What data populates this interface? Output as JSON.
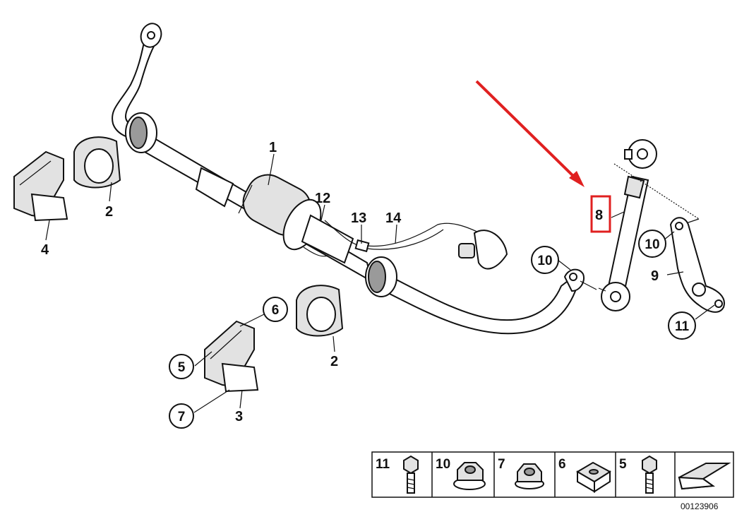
{
  "labels": {
    "p1": "1",
    "p2a": "2",
    "p2b": "2",
    "p3": "3",
    "p4": "4",
    "p5": "5",
    "p6": "6",
    "p7": "7",
    "p8": "8",
    "p9": "9",
    "p10a": "10",
    "p10b": "10",
    "p11": "11",
    "p12": "12",
    "p13": "13",
    "p14": "14"
  },
  "table": {
    "cells": [
      {
        "num": "11",
        "icon": "bolt-icon"
      },
      {
        "num": "10",
        "icon": "flange-nut-icon"
      },
      {
        "num": "7",
        "icon": "hex-nut-icon"
      },
      {
        "num": "6",
        "icon": "square-nut-icon"
      },
      {
        "num": "5",
        "icon": "bolt-icon"
      }
    ]
  },
  "diagram_code": "00123906",
  "highlight": {
    "label": "8",
    "color": "#e02020"
  },
  "arrow_color": "#e02020"
}
